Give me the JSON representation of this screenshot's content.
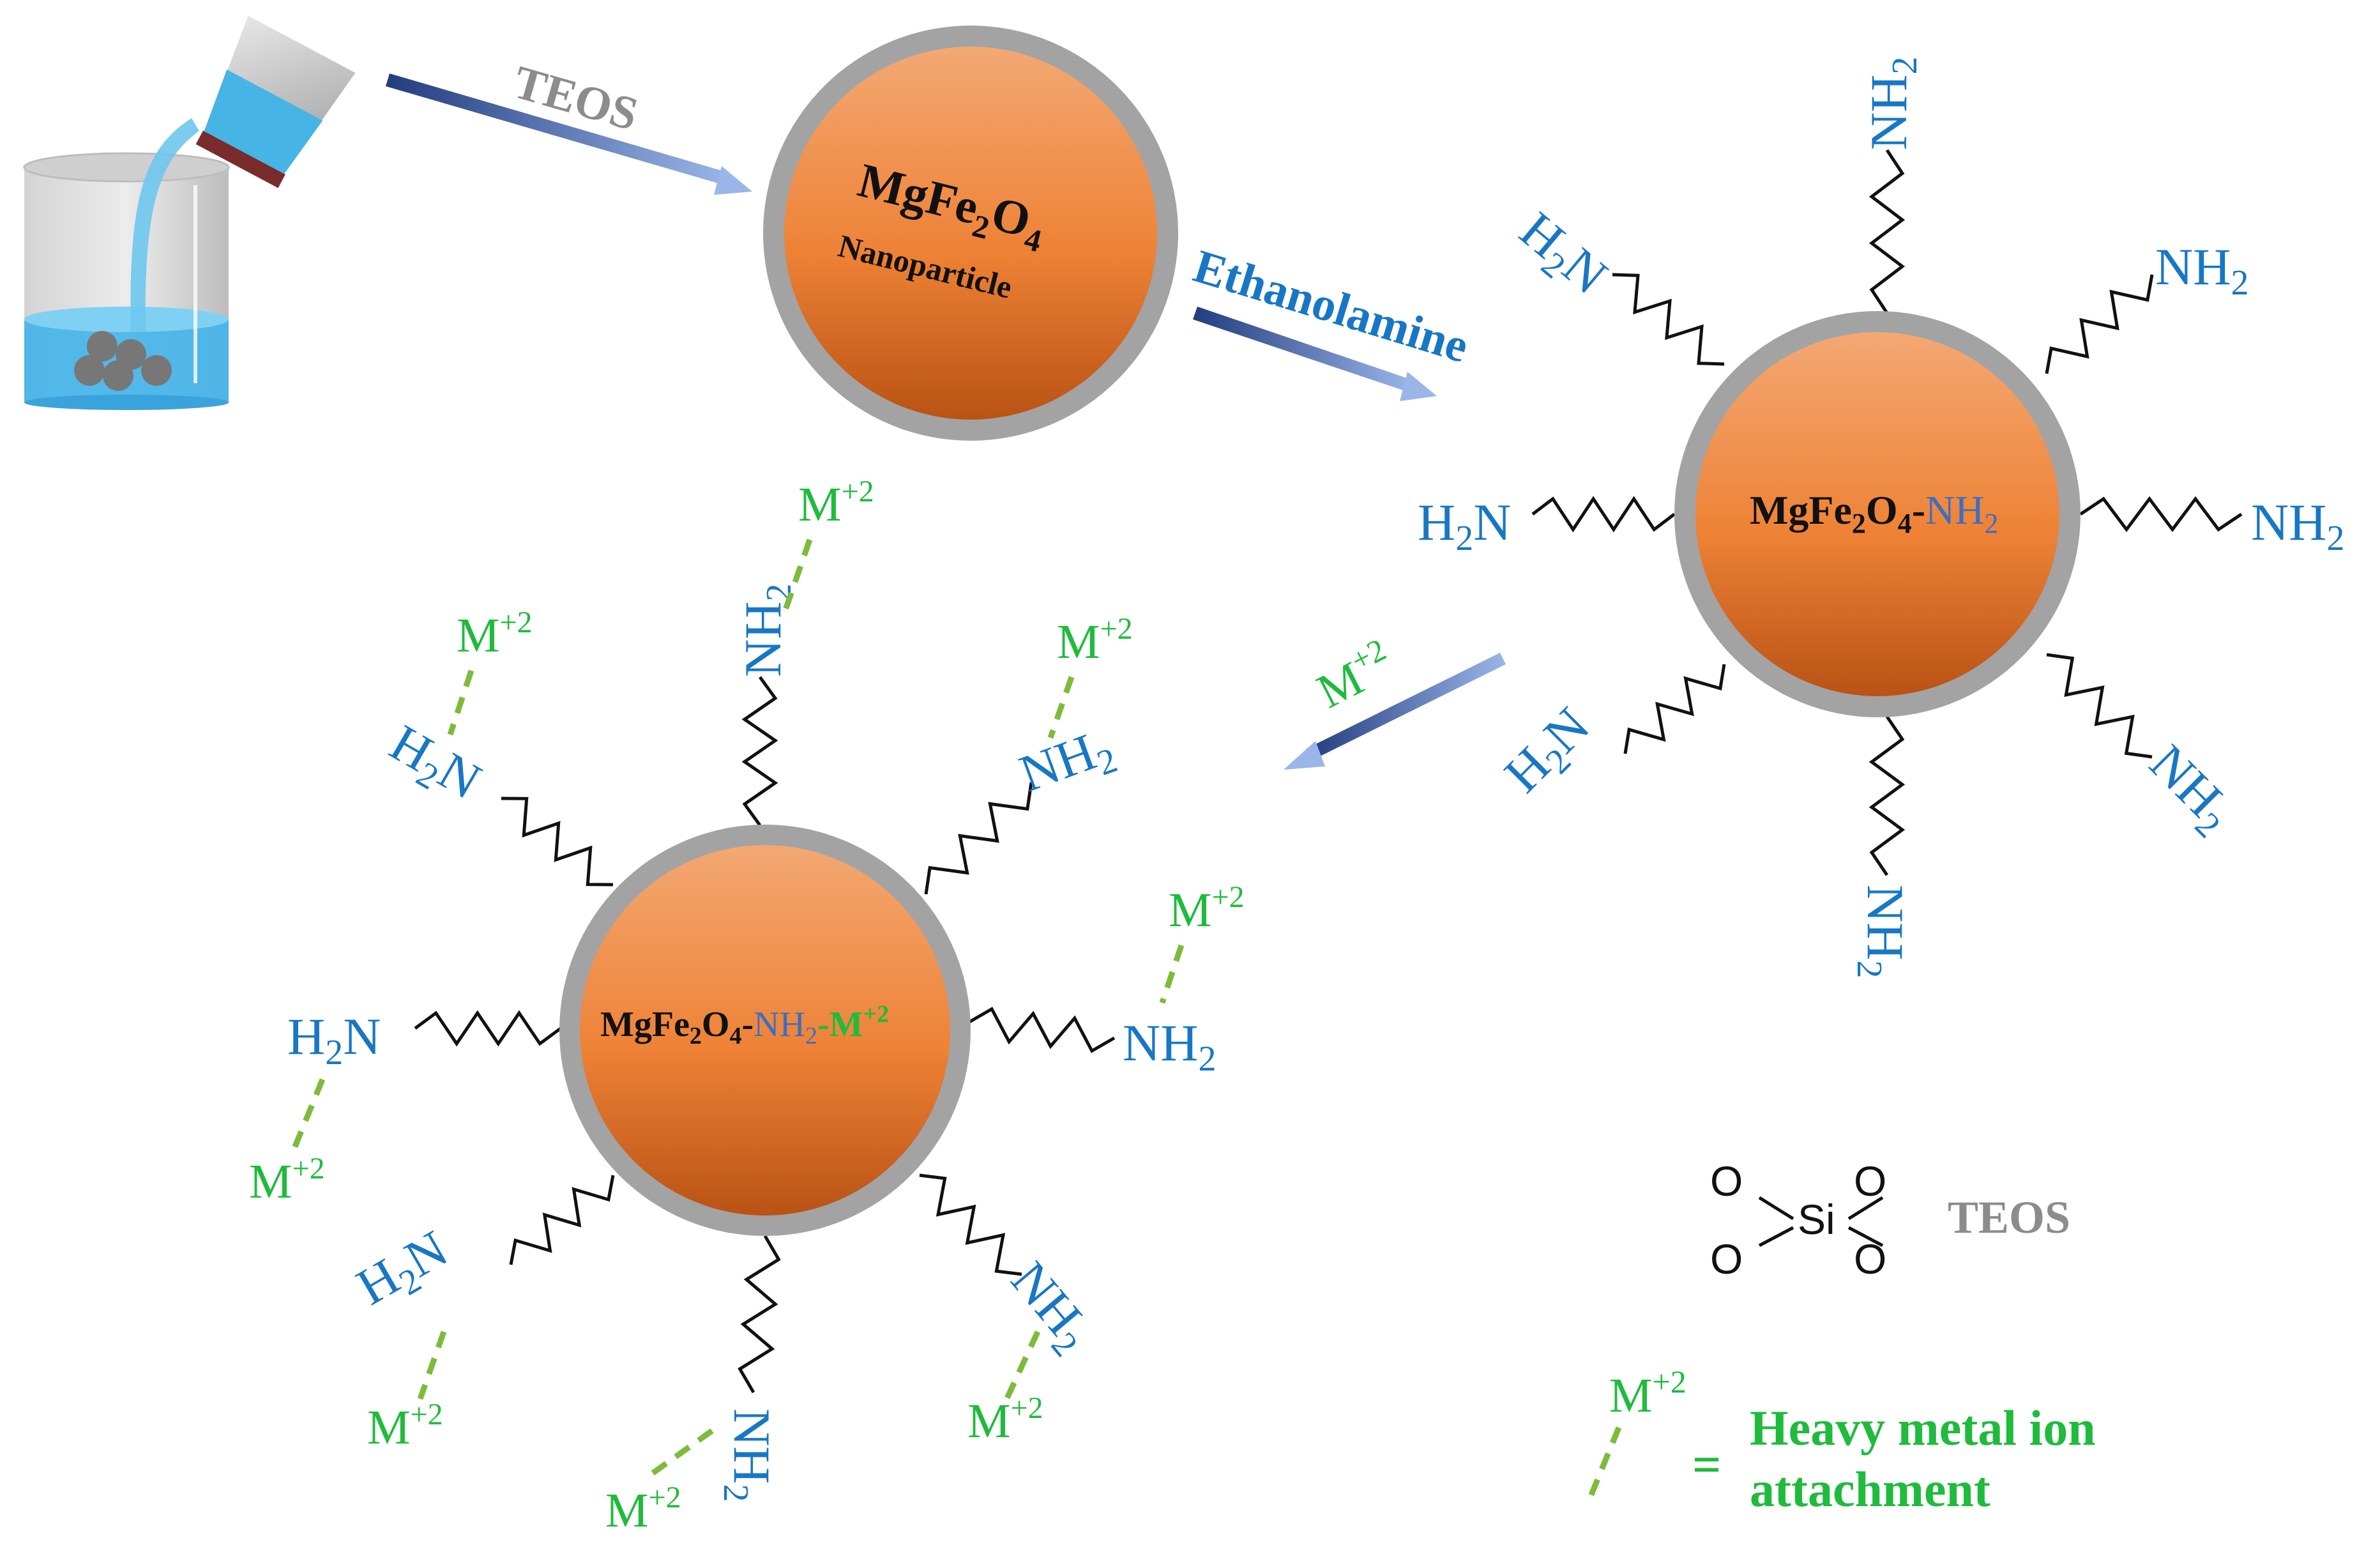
{
  "colors": {
    "core_top": "#f3a873",
    "core_mid": "#ee8236",
    "core_bottom": "#b95214",
    "shell": "#a3a3a3",
    "amine_label": "#1877c5",
    "metal_label": "#1fbb3c",
    "metal_dash": "#7dbb3a",
    "arrow_dark": "#223c7e",
    "arrow_light": "#9ab6e8",
    "teos_label": "#8c8c8c",
    "water": "#43b3ea"
  },
  "steps": {
    "teos_arrow_label": "TEOS",
    "ethanolamine_arrow_label": "Ethanolamine",
    "metal_arrow_label": "M",
    "metal_arrow_sup": "+2"
  },
  "particles": {
    "core": {
      "formula_main": "MgFe",
      "sub2": "2",
      "formula_o": "O",
      "sub4": "4",
      "caption": "Nanoparticle"
    },
    "amine": {
      "formula_main": "MgFe",
      "sub2": "2",
      "formula_o": "O",
      "sub4": "4",
      "dash": "-",
      "nh": "NH",
      "sub_nh": "2"
    },
    "metal": {
      "formula_main": "MgFe",
      "sub2": "2",
      "formula_o": "O",
      "sub4": "4",
      "dash1": "-",
      "nh": "NH",
      "sub_nh": "2",
      "dash2": "-M",
      "sup": "+2"
    }
  },
  "groups": {
    "nh_main": "NH",
    "h_main": "H",
    "n_main": "N",
    "sub": "2",
    "metal_main": "M",
    "metal_sup": "+2"
  },
  "legend": {
    "teos_structure": {
      "o": "O",
      "si": "Si"
    },
    "teos_label": "TEOS",
    "metal_symbol": "M",
    "metal_sup": "+2",
    "equals": "=",
    "line1": "Heavy metal ion",
    "line2": "attachment"
  },
  "icons": [
    "beaker-icon",
    "pouring-cup-icon"
  ]
}
